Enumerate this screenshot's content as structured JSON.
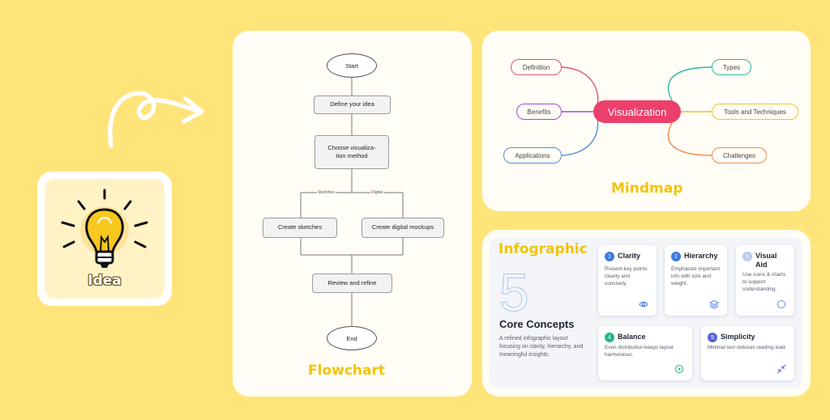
{
  "idea": {
    "label": "Idea"
  },
  "flowchart": {
    "title": "Flowchart",
    "nodes": {
      "start": "Start",
      "define": "Define your idea",
      "choose_line1": "Choose visualiza-",
      "choose_line2": "tion method",
      "sketches_branch": "Sketches",
      "digital_branch": "Digital",
      "sketch": "Create sketches",
      "digital": "Create digital mockups",
      "review": "Review and refine",
      "end": "End"
    }
  },
  "mindmap": {
    "title": "Mindmap",
    "center": "Visualization",
    "branches": {
      "definition": "Definition",
      "benefits": "Benefits",
      "applications": "Applications",
      "types": "Types",
      "tools": "Tools and Techniques",
      "challenges": "Challenges"
    },
    "colors": {
      "center": "#EC3F6B",
      "definition": "#E0527A",
      "benefits": "#A548D8",
      "applications": "#4F8FE0",
      "types": "#2EB8A0",
      "tools": "#F2C230",
      "challenges": "#F28A4A"
    }
  },
  "infographic": {
    "title": "Infographic",
    "big_number": "5",
    "heading": "Core Concepts",
    "description": "A refined infographic layout focusing on clarity, hierarchy, and meaningful insights.",
    "cards": [
      {
        "num": "1",
        "title": "Clarity",
        "text": "Present key points clearly and concisely.",
        "icon": "eye-icon",
        "color": "#3B7BE0"
      },
      {
        "num": "2",
        "title": "Hierarchy",
        "text": "Emphasize important info with size and weight.",
        "icon": "layers-icon",
        "color": "#3B7BE0"
      },
      {
        "num": "3",
        "title": "Visual Aid",
        "text": "Use icons & charts to support understanding.",
        "icon": "circle-icon",
        "color": "#5B8FD8"
      },
      {
        "num": "4",
        "title": "Balance",
        "text": "Even distribution keeps layout harmonious.",
        "icon": "play-circle-icon",
        "color": "#27B589"
      },
      {
        "num": "5",
        "title": "Simplicity",
        "text": "Minimal text reduces reading load.",
        "icon": "minimize-icon",
        "color": "#5A62D8"
      }
    ]
  }
}
